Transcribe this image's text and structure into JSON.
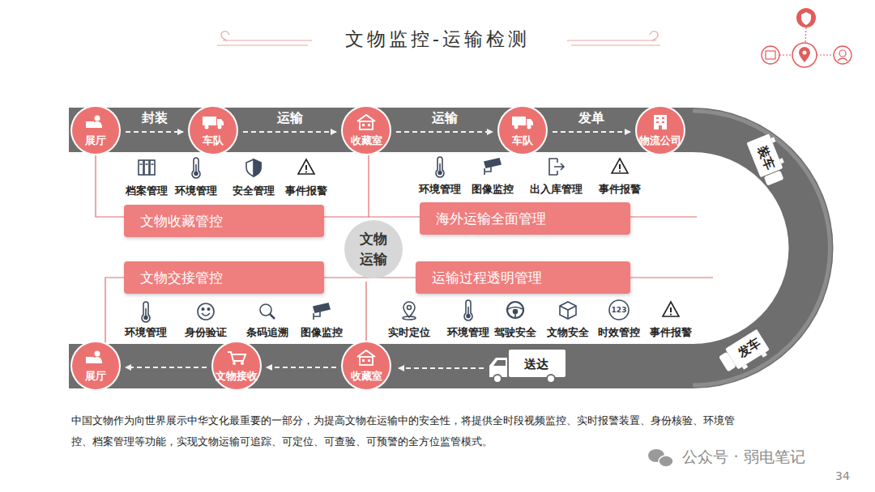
{
  "diagram": {
    "title": "文物监控-运输检测",
    "caption": "中国文物作为向世界展示中华文化最重要的一部分，为提高文物在运输中的安全性，将提供全时段视频监控、实时报警装置、身份核验、环境管控、档案管理等功能，实现文物运输可追踪、可定位、可查验、可预警的全方位监管模式。",
    "nodes": [
      {
        "text": [
          "展厅"
        ]
      },
      {
        "text": [
          "车队"
        ]
      },
      {
        "text": [
          "收藏室"
        ]
      },
      {
        "text": [
          "车队"
        ]
      },
      {
        "text": [
          "物流公司"
        ]
      },
      {
        "text": [
          "文物收藏管控"
        ]
      },
      {
        "text": [
          "海外运输全面管理"
        ]
      },
      {
        "text": [
          "文物运输"
        ]
      },
      {
        "text": [
          "文物交接管控"
        ]
      },
      {
        "text": [
          "运输过程透明管理"
        ]
      },
      {
        "text": [
          "展厅"
        ]
      },
      {
        "text": [
          "文物接收"
        ]
      },
      {
        "text": [
          "收藏室"
        ]
      }
    ],
    "edges": [
      {
        "from": 0,
        "to": 1,
        "label": "封装",
        "arrow": "to"
      },
      {
        "from": 1,
        "to": 2,
        "label": "运输",
        "arrow": "to"
      },
      {
        "from": 2,
        "to": 3,
        "label": "运输",
        "arrow": "to"
      },
      {
        "from": 3,
        "to": 4,
        "label": "发单",
        "arrow": "to"
      },
      {
        "from": 12,
        "to": 11,
        "arrow": "to"
      },
      {
        "from": 11,
        "to": 10,
        "arrow": "to"
      }
    ],
    "labels": [
      "档案管理",
      "环境管理",
      "安全管理",
      "事件报警",
      "环境管理",
      "图像监控",
      "出入库管理",
      "事件报警",
      "环境管理",
      "身份验证",
      "条码追溯",
      "图像监控",
      "实时定位",
      "环境管理",
      "驾驶安全",
      "文物安全",
      "时效管控",
      "事件报警",
      "123",
      "装车",
      "发车",
      "送达",
      "公众号 · 弱电笔记",
      "34"
    ]
  }
}
